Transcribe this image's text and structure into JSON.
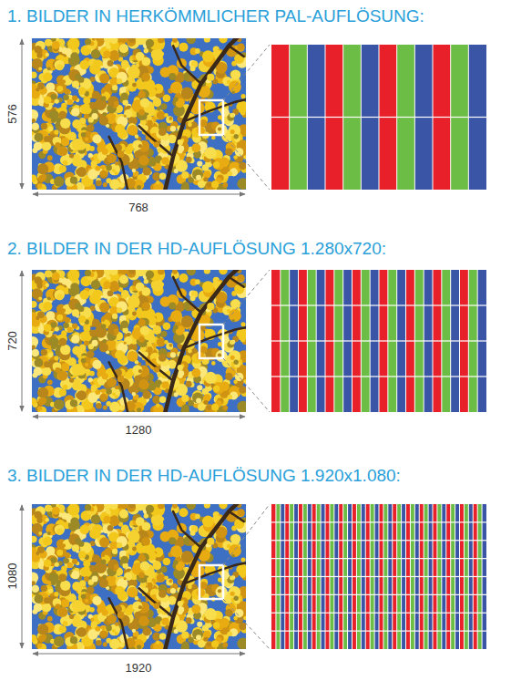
{
  "diagram": {
    "labels": [
      "1. BILDER IN HERKÖMMLICHER PAL-AUFLÖSUNG:",
      "576",
      "768",
      "2. BILDER IN DER HD-AUFLÖSUNG 1.280x720:",
      "720",
      "1280",
      "3. BILDER IN DER HD-AUFLÖSUNG 1.920x1.080:",
      "1080",
      "1920"
    ]
  }
}
